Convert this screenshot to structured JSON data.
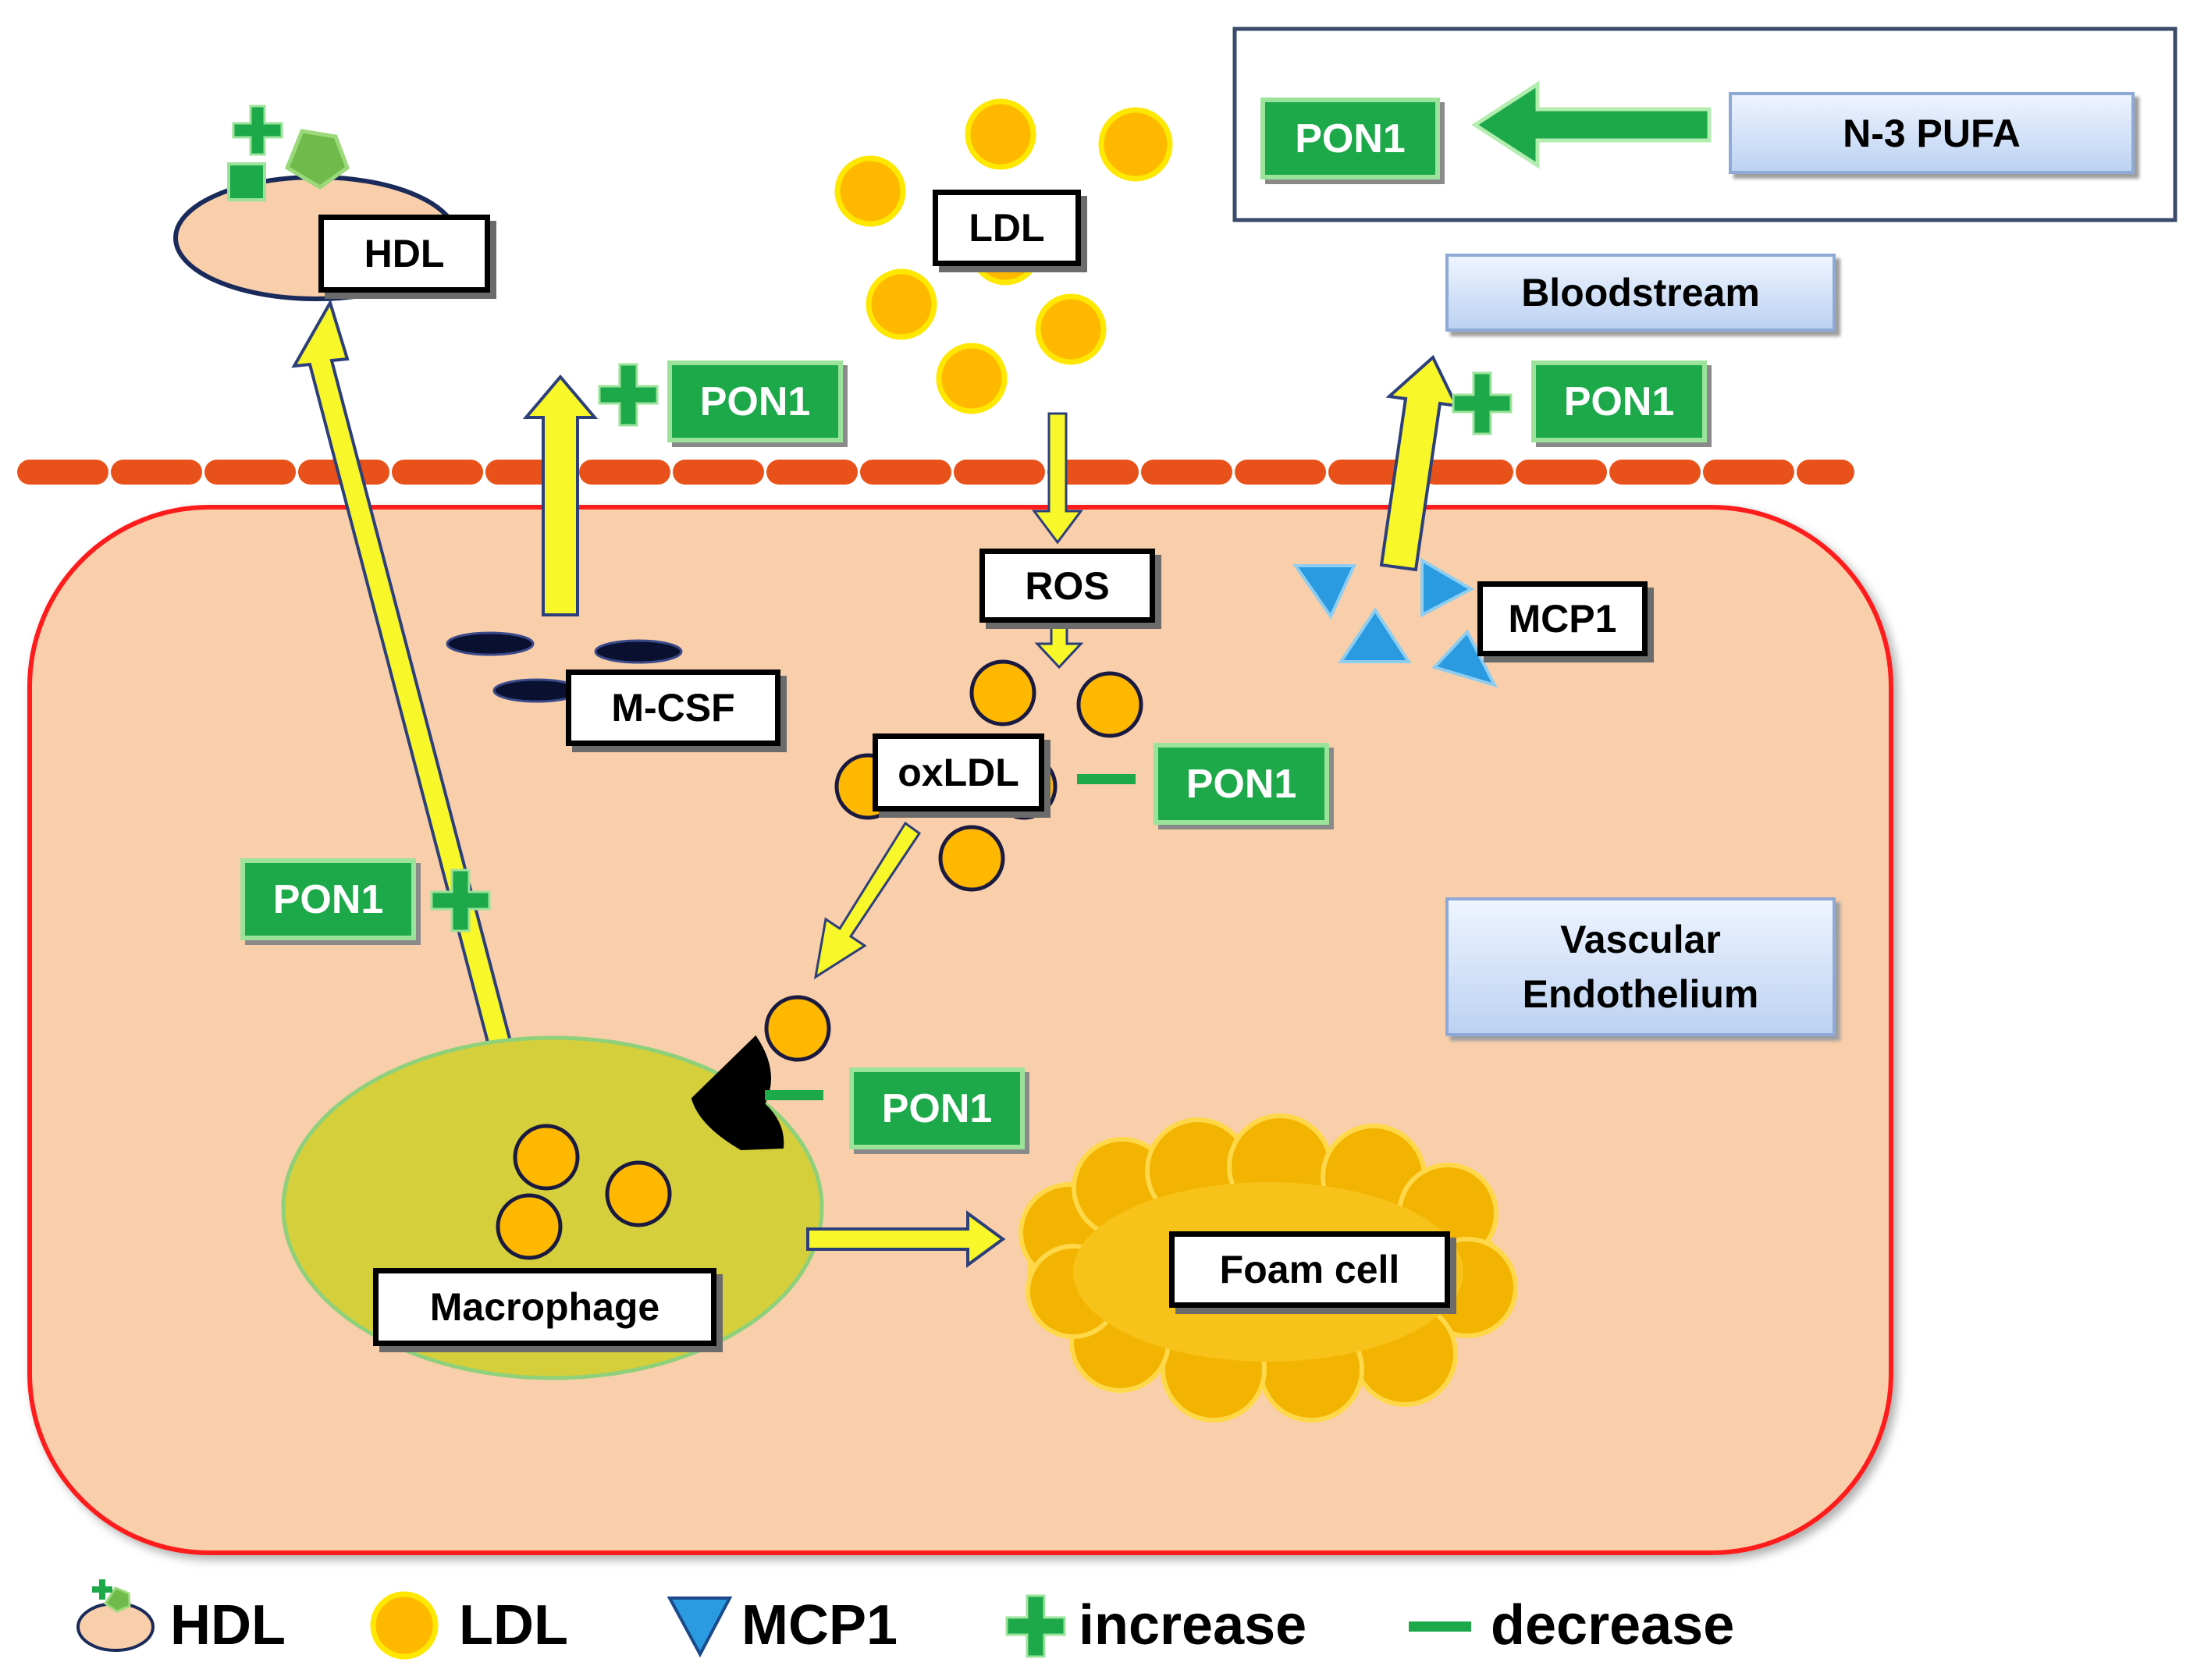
{
  "labels": {
    "hdl": "HDL",
    "ldl": "LDL",
    "ros": "ROS",
    "oxldl": "oxLDL",
    "mcsf": "M-CSF",
    "mcp1": "MCP1",
    "macrophage": "Macrophage",
    "foam_cell": "Foam cell",
    "bloodstream": "Bloodstream",
    "vascular_endothelium": "Vascular Endothelium",
    "n3_pufa": "N-3 PUFA",
    "pon1": "PON1"
  },
  "pon1_effects": {
    "hdl_transport": "increase",
    "mcsf_release": "increase",
    "mcp1_release": "increase",
    "ldl_oxidation": "decrease",
    "oxldl_uptake": "decrease"
  },
  "legend": [
    {
      "symbol": "hdl-particle",
      "label": "HDL"
    },
    {
      "symbol": "ldl-particle",
      "label": "LDL"
    },
    {
      "symbol": "mcp1-triangle",
      "label": "MCP1"
    },
    {
      "symbol": "plus-sign",
      "label": "increase"
    },
    {
      "symbol": "minus-sign",
      "label": "decrease"
    }
  ],
  "colors": {
    "pon1_green": "#1da84a",
    "arrow_yellow": "#f7f72a",
    "cell_fill": "#f8cfaa",
    "cell_border": "#ff1a1a",
    "membrane": "#e8521a",
    "ldl_fill": "#ffb800",
    "macrophage_fill": "#d4cf3a",
    "mcp1_blue": "#2a9be0",
    "foam_gold": "#f2b400"
  }
}
